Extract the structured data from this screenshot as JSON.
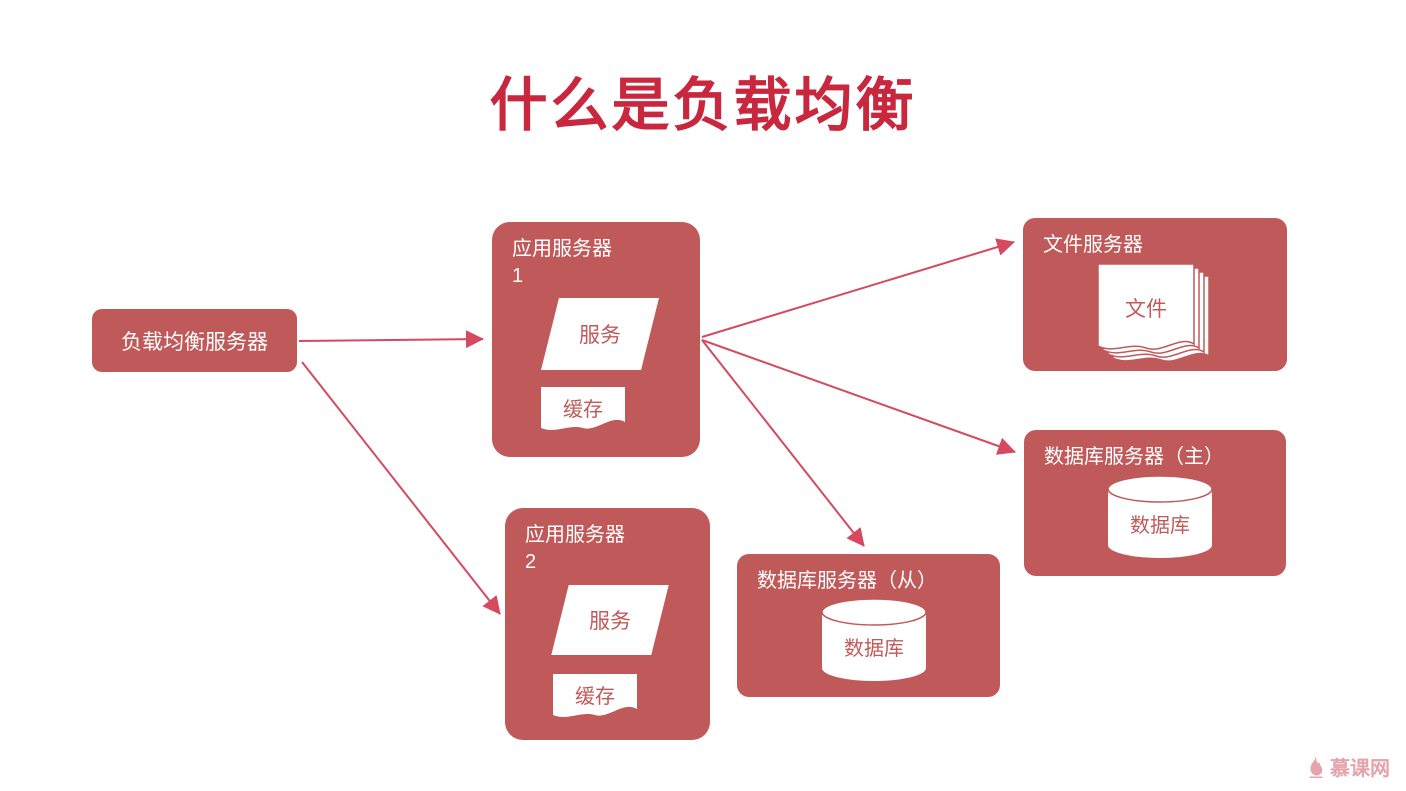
{
  "title": "什么是负载均衡",
  "colors": {
    "title": "#C8273E",
    "node_fill": "#C05A5A",
    "arrow": "#D6495E",
    "shape_text": "#C05A5A",
    "watermark": "#E5A3AB"
  },
  "nodes": {
    "load_balancer": {
      "label": "负载均衡服务器"
    },
    "app_server_1": {
      "label": "应用服务器",
      "number": "1",
      "service": "服务",
      "cache": "缓存"
    },
    "app_server_2": {
      "label": "应用服务器",
      "number": "2",
      "service": "服务",
      "cache": "缓存"
    },
    "file_server": {
      "label": "文件服务器",
      "icon_label": "文件"
    },
    "db_master": {
      "label": "数据库服务器（主）",
      "icon_label": "数据库"
    },
    "db_slave": {
      "label": "数据库服务器（从）",
      "icon_label": "数据库"
    }
  },
  "edges": [
    {
      "from": "load-balancer",
      "to": "app-server-1"
    },
    {
      "from": "load-balancer",
      "to": "app-server-2"
    },
    {
      "from": "app-server-1",
      "to": "file-server"
    },
    {
      "from": "app-server-1",
      "to": "db-master"
    },
    {
      "from": "app-server-1",
      "to": "db-slave"
    }
  ],
  "watermark": {
    "text": "慕课网"
  }
}
